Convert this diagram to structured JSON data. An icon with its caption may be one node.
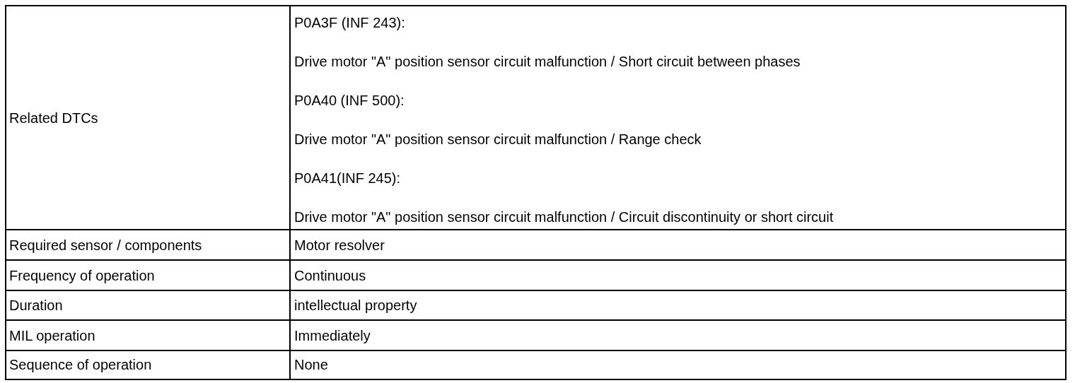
{
  "diagram": {
    "labels": [
      "Related DTCs",
      "P0A3F (INF 243):",
      "Drive motor \"A\" position sensor circuit malfunction / Short circuit between phases",
      "P0A40 (INF 500):",
      "Drive motor \"A\" position sensor circuit malfunction / Range check",
      "P0A41(INF 245):",
      "Drive motor \"A\" position sensor circuit malfunction / Circuit discontinuity or short circuit",
      "Required sensor / components",
      "Motor resolver",
      "Frequency of operation",
      "Continuous",
      "Duration",
      "intellectual property",
      "MIL operation",
      "Immediately",
      "Sequence of operation",
      "None"
    ]
  }
}
